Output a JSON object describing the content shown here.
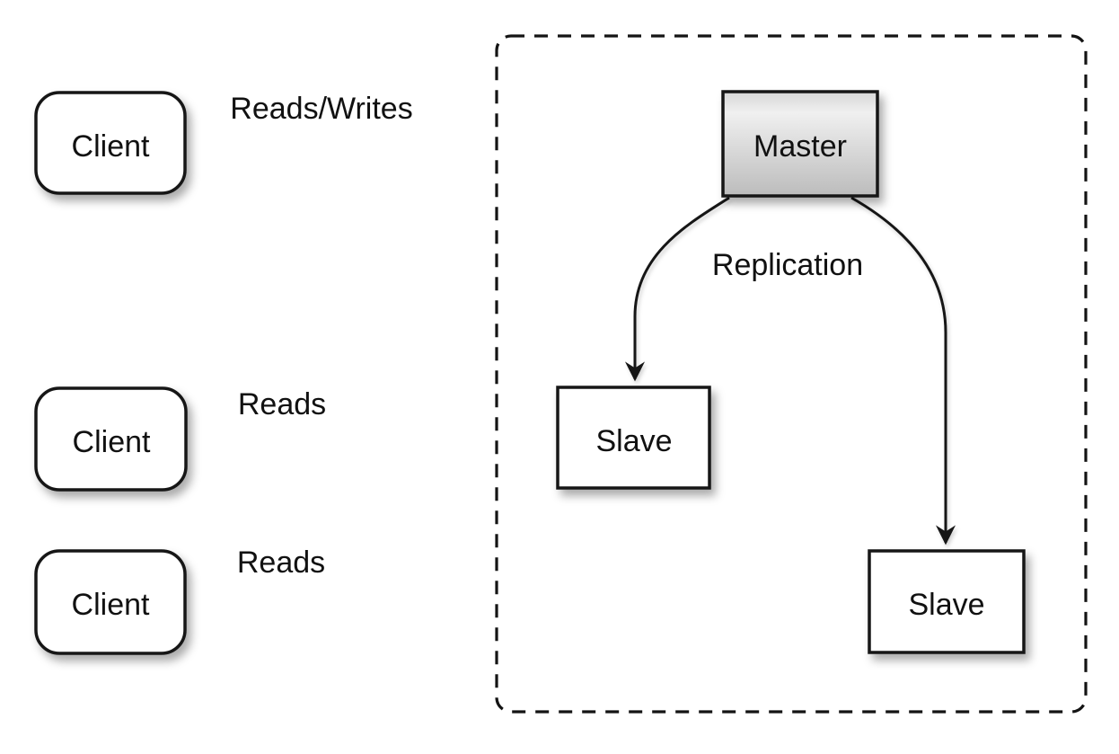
{
  "diagram": {
    "kind": "master-slave-replication-diagram",
    "boundary": {
      "style": "dashed",
      "encloses": [
        "Master",
        "Slave",
        "Slave"
      ]
    },
    "nodes": {
      "clients": [
        {
          "id": "client-1",
          "label": "Client",
          "shape": "rounded-rect"
        },
        {
          "id": "client-2",
          "label": "Client",
          "shape": "rounded-rect"
        },
        {
          "id": "client-3",
          "label": "Client",
          "shape": "rounded-rect"
        }
      ],
      "master": {
        "id": "master",
        "label": "Master",
        "shape": "rect",
        "fill": "gray-gradient"
      },
      "slaves": [
        {
          "id": "slave-1",
          "label": "Slave",
          "shape": "rect"
        },
        {
          "id": "slave-2",
          "label": "Slave",
          "shape": "rect"
        }
      ]
    },
    "edges": [
      {
        "from": "client-1",
        "to": "master",
        "label": "Reads/Writes"
      },
      {
        "from": "client-2",
        "to": "slave-1",
        "label": "Reads"
      },
      {
        "from": "client-3",
        "to": "slave-2",
        "label": "Reads"
      },
      {
        "from": "master",
        "to": "slave-1 and slave-2",
        "label": "Replication"
      }
    ],
    "colors": {
      "background": "#ffffff",
      "stroke": "#141414",
      "node_fill": "#ffffff",
      "master_fill_top": "#d9d9d9",
      "master_fill_mid": "#f0f0f0",
      "master_fill_bottom": "#bdbdbd",
      "text": "#111111"
    }
  }
}
